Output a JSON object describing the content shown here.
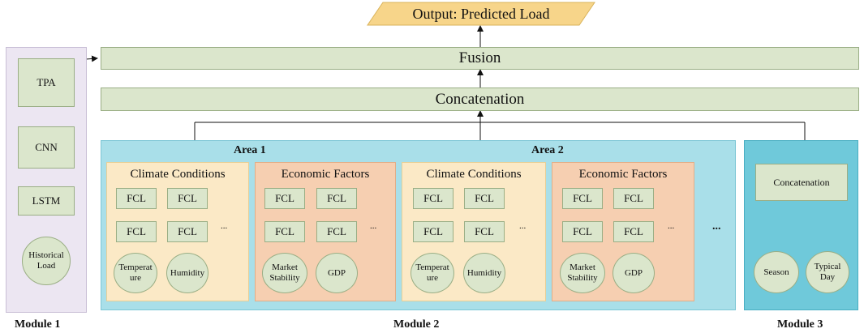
{
  "output": {
    "label": "Output: Predicted Load"
  },
  "fusion": {
    "label": "Fusion"
  },
  "concat_top": {
    "label": "Concatenation"
  },
  "module1": {
    "label": "Module 1",
    "tpa": "TPA",
    "cnn": "CNN",
    "lstm": "LSTM",
    "input": "Historical Load"
  },
  "module2": {
    "label": "Module 2",
    "areas": [
      {
        "label": "Area 1",
        "climate": {
          "title": "Climate Conditions",
          "fcl": "FCL",
          "inputs": [
            "Temperat ure",
            "Humidity"
          ],
          "more": "..."
        },
        "economic": {
          "title": "Economic Factors",
          "fcl": "FCL",
          "inputs": [
            "Market Stability",
            "GDP"
          ],
          "more": "..."
        }
      },
      {
        "label": "Area 2",
        "climate": {
          "title": "Climate Conditions",
          "fcl": "FCL",
          "inputs": [
            "Temperat ure",
            "Humidity"
          ],
          "more": "..."
        },
        "economic": {
          "title": "Economic Factors",
          "fcl": "FCL",
          "inputs": [
            "Market Stability",
            "GDP"
          ],
          "more": "..."
        }
      }
    ],
    "more_areas": "..."
  },
  "module3": {
    "label": "Module 3",
    "concat": "Concatenation",
    "inputs": [
      "Season",
      "Typical Day"
    ]
  }
}
